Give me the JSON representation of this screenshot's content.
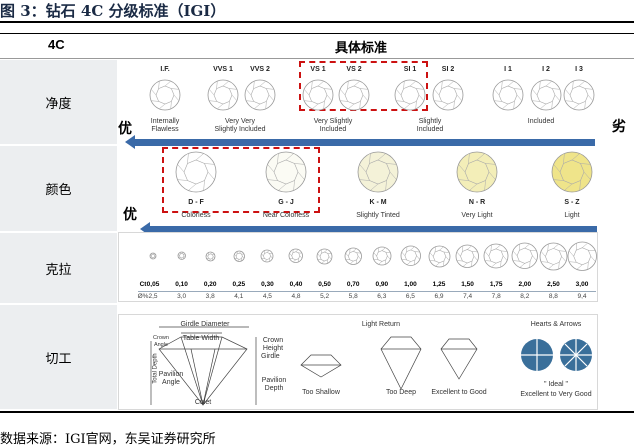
{
  "title": "图 3：钻石 4C 分级标准（IGI）",
  "header": {
    "col1": "4C",
    "col2": "具体标准"
  },
  "rows": [
    "净度",
    "颜色",
    "克拉",
    "切工"
  ],
  "best": "优",
  "worst": "劣",
  "clarity": {
    "grades": [
      "I.F.",
      "VVS 1",
      "VVS 2",
      "VS 1",
      "VS 2",
      "SI 1",
      "SI 2",
      "I 1",
      "I 2",
      "I 3"
    ],
    "groups": [
      {
        "l1": "Internally",
        "l2": "Flawless"
      },
      {
        "l1": "Very Very",
        "l2": "Slightly Included"
      },
      {
        "l1": "Very Slightly",
        "l2": "Included"
      },
      {
        "l1": "Slightly",
        "l2": "Included"
      },
      {
        "l1": "Included",
        "l2": ""
      }
    ]
  },
  "color": {
    "grades": [
      {
        "g": "D - F",
        "d": "Colorless",
        "fill": "#ffffff"
      },
      {
        "g": "G - J",
        "d": "Near Colorless",
        "fill": "#fbfbf4"
      },
      {
        "g": "K - M",
        "d": "Slightly Tinted",
        "fill": "#f4f2d8"
      },
      {
        "g": "N - R",
        "d": "Very Light",
        "fill": "#f3eeb8"
      },
      {
        "g": "S - Z",
        "d": "Light",
        "fill": "#efe48a"
      }
    ]
  },
  "carat": {
    "ct_label": "Ct",
    "mm_label": "Ø%",
    "ct": [
      "0,05",
      "0,10",
      "0,20",
      "0,25",
      "0,30",
      "0,40",
      "0,50",
      "0,70",
      "0,90",
      "1,00",
      "1,25",
      "1,50",
      "1,75",
      "2,00",
      "2,50",
      "3,00"
    ],
    "mm": [
      "2,5",
      "3,0",
      "3,8",
      "4,1",
      "4,5",
      "4,8",
      "5,2",
      "5,8",
      "6,3",
      "6,5",
      "6,9",
      "7,4",
      "7,8",
      "8,2",
      "8,8",
      "9,4"
    ]
  },
  "cut": {
    "girdle_diameter": "Girdle Diameter",
    "table_width": "Table Width",
    "crown_angle": "Crown Angle",
    "crown_height": "Crown Height",
    "girdle": "Girdle",
    "total_depth": "Total Depth",
    "pavilion_angle": "Pavilion Angle",
    "pavilion_depth": "Pavilion Depth",
    "culet": "Culet",
    "light_return": "Light Return",
    "too_shallow": "Too Shallow",
    "too_deep": "Too Deep",
    "excellent_good": "Excellent to Good",
    "hearts_arrows": "Hearts & Arrows",
    "ideal": "\" Ideal \"",
    "excellent_very_good": "Excellent to Very Good"
  },
  "footer": "数据来源：IGI官网，东吴证券研究所"
}
